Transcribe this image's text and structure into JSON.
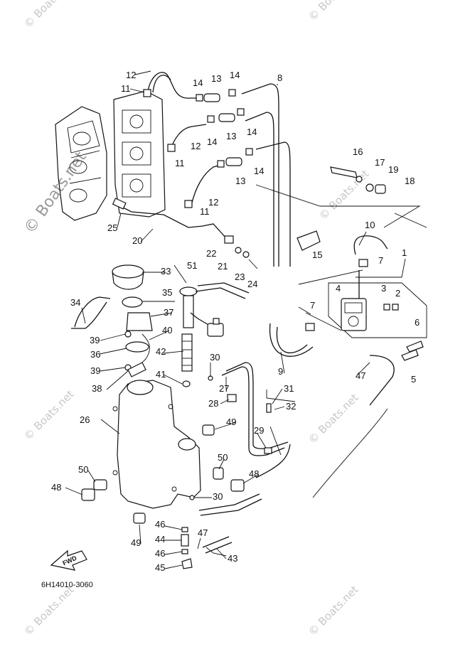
{
  "watermark": "© Boats.net",
  "drawing_code": "6H14010-3060",
  "fwd_label": "FWD",
  "callouts": {
    "c1": "1",
    "c2": "2",
    "c3": "3",
    "c4": "4",
    "c5": "5",
    "c6": "6",
    "c7a": "7",
    "c7b": "7",
    "c8": "8",
    "c9": "9",
    "c10": "10",
    "c11a": "11",
    "c11b": "11",
    "c11c": "11",
    "c12a": "12",
    "c12b": "12",
    "c12c": "12",
    "c13a": "13",
    "c13b": "13",
    "c13c": "13",
    "c14a": "14",
    "c14b": "14",
    "c14c": "14",
    "c14d": "14",
    "c14e": "14",
    "c15": "15",
    "c16": "16",
    "c17": "17",
    "c18": "18",
    "c19": "19",
    "c20": "20",
    "c21": "21",
    "c22": "22",
    "c23": "23",
    "c24": "24",
    "c25": "25",
    "c26": "26",
    "c27": "27",
    "c28": "28",
    "c29": "29",
    "c30a": "30",
    "c30b": "30",
    "c31": "31",
    "c32": "32",
    "c33": "33",
    "c34": "34",
    "c35": "35",
    "c36": "36",
    "c37": "37",
    "c38": "38",
    "c39a": "39",
    "c39b": "39",
    "c40": "40",
    "c41": "41",
    "c42": "42",
    "c43": "43",
    "c44": "44",
    "c45": "45",
    "c46a": "46",
    "c46b": "46",
    "c47a": "47",
    "c47b": "47",
    "c48a": "48",
    "c48b": "48",
    "c49a": "49",
    "c49b": "49",
    "c50a": "50",
    "c50b": "50",
    "c51": "51"
  }
}
